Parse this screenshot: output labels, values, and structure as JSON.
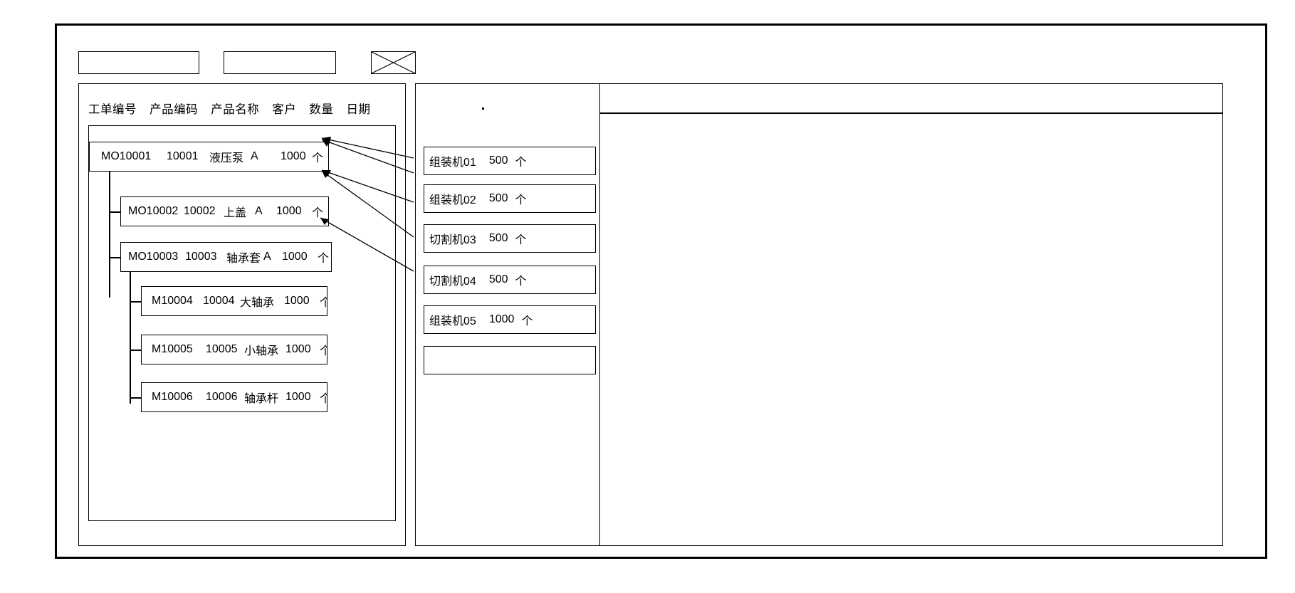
{
  "toolbar": {
    "field1_value": "",
    "field1_placeholder": "",
    "field2_value": "",
    "field2_placeholder": "",
    "close_icon": "x-cross-box-icon"
  },
  "left_panel": {
    "columns": [
      "工单编号",
      "产品编码",
      "产品名称",
      "客户",
      "数量",
      "日期"
    ],
    "rows": [
      {
        "level": 0,
        "order_no": "MO10001",
        "product_code": "10001",
        "product_name": "液压泵",
        "customer": "A",
        "quantity": "1000",
        "unit": "个"
      },
      {
        "level": 1,
        "order_no": "MO10002",
        "product_code": "10002",
        "product_name": "上盖",
        "customer": "A",
        "quantity": "1000",
        "unit": "个"
      },
      {
        "level": 1,
        "order_no": "MO10003",
        "product_code": "10003",
        "product_name": "轴承套",
        "customer": "A",
        "quantity": "1000",
        "unit": "个"
      },
      {
        "level": 2,
        "order_no": "M10004",
        "product_code": "10004",
        "product_name": "大轴承",
        "customer": "",
        "quantity": "1000",
        "unit": "个"
      },
      {
        "level": 2,
        "order_no": "M10005",
        "product_code": "10005",
        "product_name": "小轴承",
        "customer": "",
        "quantity": "1000",
        "unit": "个"
      },
      {
        "level": 2,
        "order_no": "M10006",
        "product_code": "10006",
        "product_name": "轴承杆",
        "customer": "",
        "quantity": "1000",
        "unit": "个"
      }
    ]
  },
  "mid_panel": {
    "machines": [
      {
        "name": "组装机01",
        "quantity": "500",
        "unit": "个"
      },
      {
        "name": "组装机02",
        "quantity": "500",
        "unit": "个"
      },
      {
        "name": "切割机03",
        "quantity": "500",
        "unit": "个"
      },
      {
        "name": "切割机04",
        "quantity": "500",
        "unit": "个"
      },
      {
        "name": "组装机05",
        "quantity": "1000",
        "unit": "个"
      },
      {
        "name": "",
        "quantity": "",
        "unit": ""
      }
    ]
  },
  "right_panel": {
    "header_text": "",
    "body_text": ""
  },
  "colors": {
    "stroke": "#000000",
    "background": "#ffffff"
  }
}
